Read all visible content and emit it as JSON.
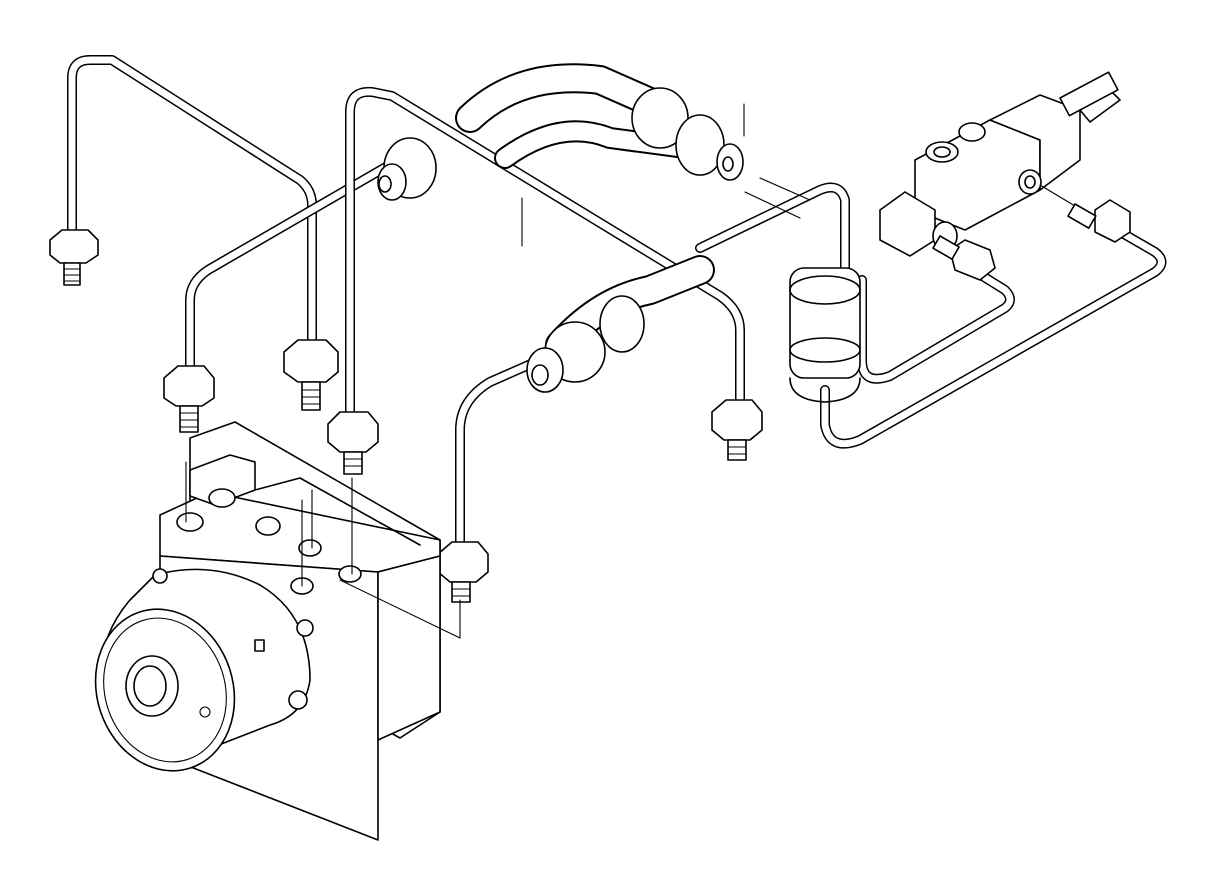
{
  "diagram": {
    "kind": "exploded technical line drawing",
    "subject_parts": [
      "abs-hydraulic-unit",
      "pump-motor",
      "brake-lines",
      "hose-sections",
      "union-nuts",
      "t-piece-distributor",
      "connector-fitting"
    ],
    "colors": {
      "line": "#000000",
      "background": "#ffffff"
    }
  }
}
